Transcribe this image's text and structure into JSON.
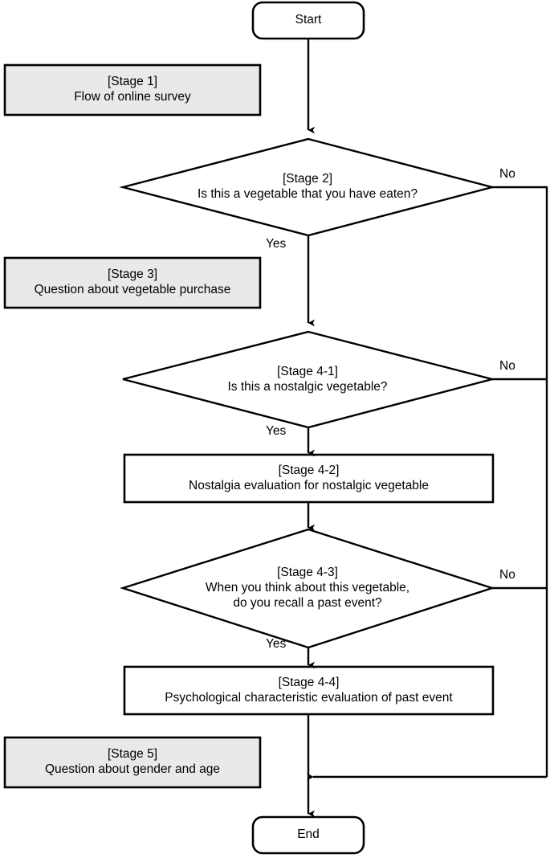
{
  "diagram": {
    "type": "flowchart",
    "title": "Flow of online survey",
    "colors": {
      "stroke": "#000000",
      "node_fill": "#ffffff",
      "stage_label_fill": "#e9e9e9",
      "text": "#000000"
    },
    "terminators": {
      "start": "Start",
      "end": "End"
    },
    "stage_labels": [
      {
        "id": "stage1",
        "line1": "[Stage 1]",
        "line2": "Flow of online survey"
      },
      {
        "id": "stage3",
        "line1": "[Stage 3]",
        "line2": "Question about vegetable purchase"
      },
      {
        "id": "stage5",
        "line1": "[Stage 5]",
        "line2": "Question about gender and age"
      }
    ],
    "decisions": [
      {
        "id": "stage2",
        "line1": "[Stage 2]",
        "line2": "Is this a vegetable that you have eaten?",
        "line3": "",
        "yes_label": "Yes",
        "no_label": "No"
      },
      {
        "id": "stage41",
        "line1": "[Stage 4-1]",
        "line2": "Is this a nostalgic vegetable?",
        "line3": "",
        "yes_label": "Yes",
        "no_label": "No"
      },
      {
        "id": "stage43",
        "line1": "[Stage 4-3]",
        "line2": "When you think about this vegetable,",
        "line3": "do you recall a past event?",
        "yes_label": "Yes",
        "no_label": "No"
      }
    ],
    "processes": [
      {
        "id": "stage42",
        "line1": "[Stage 4-2]",
        "line2": "Nostalgia evaluation for nostalgic vegetable"
      },
      {
        "id": "stage44",
        "line1": "[Stage 4-4]",
        "line2": "Psychological characteristic evaluation of past event"
      }
    ]
  }
}
